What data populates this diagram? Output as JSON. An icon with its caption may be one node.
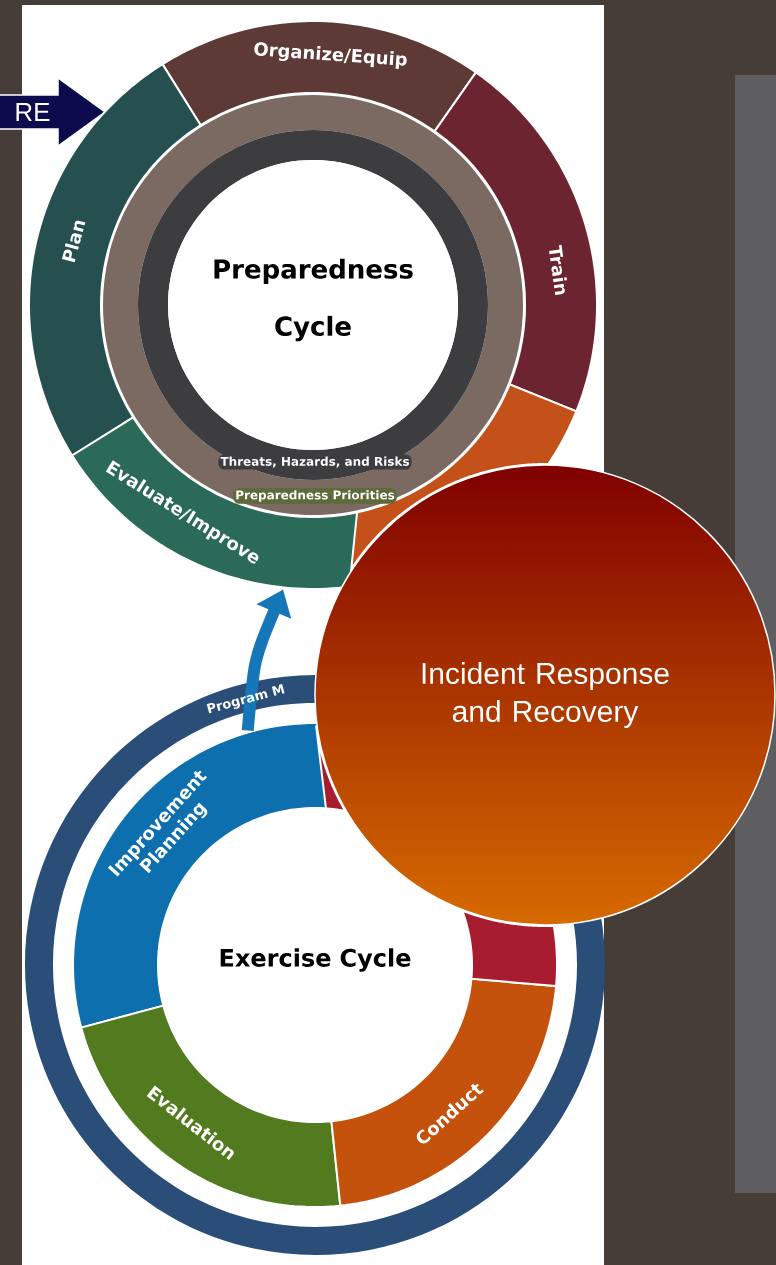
{
  "diagram": {
    "nodes": [
      {
        "text": [
          "RE"
        ]
      },
      {
        "text": [
          "Organize/Equip"
        ]
      },
      {
        "text": [
          "Plan"
        ]
      },
      {
        "text": [
          "Train"
        ]
      },
      {
        "text": [
          "Evaluate/Improve"
        ]
      },
      {
        "text": [],
        "shape": "box"
      },
      {
        "text": [
          "Preparedness Cycle"
        ]
      },
      {
        "text": [
          "Improvement Planning"
        ]
      },
      {
        "text": [
          "Evaluation"
        ]
      },
      {
        "text": [
          "Conduct"
        ]
      },
      {
        "text": [],
        "shape": "box"
      },
      {
        "text": [
          "Exercise Cycle"
        ]
      },
      {
        "text": [
          "Incident Response and Recovery"
        ]
      }
    ],
    "edges": [
      {
        "from": 7,
        "to": 4,
        "arrow": "to"
      }
    ],
    "labels": [
      "Threats, Hazards, and Risks",
      "Preparedness Priorities",
      "Program M"
    ]
  }
}
